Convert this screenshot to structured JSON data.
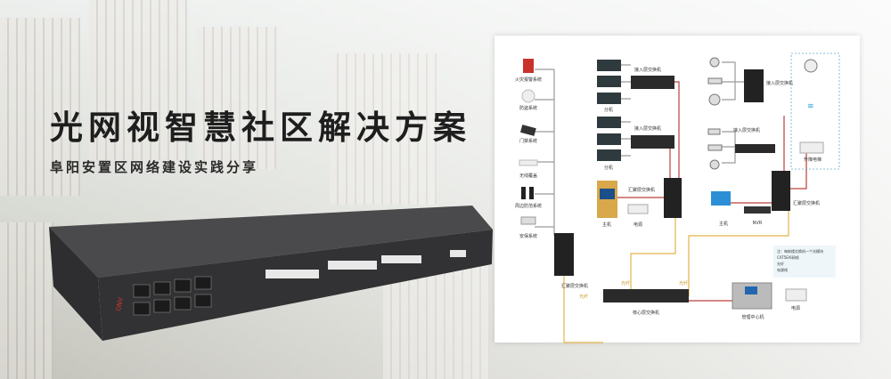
{
  "banner": {
    "title": "光网视智慧社区解决方案",
    "subtitle": "阜阳安置区网络建设实践分享",
    "brand": "ONV"
  },
  "diagram": {
    "left_systems": [
      "火灾报警系统",
      "防盗系统",
      "门禁系统",
      "无线覆盖",
      "周边防范系统",
      "安保系统"
    ],
    "extension": "分机",
    "access_switch": "接入层交换机",
    "aggregation_switch": "汇聚层交换机",
    "host": "主机",
    "power": "电源",
    "core_switch": "核心层交换机",
    "management_center": "管理中心机",
    "nvr": "NVR",
    "elevator": "升降电梯",
    "fiber": "光纤",
    "legend": [
      "注：每栋楼交换机一个光模块",
      "CAT5E/6网线",
      "光纤",
      "电源线"
    ]
  },
  "colors": {
    "fiber": "#e2b54a",
    "cable": "#b9413b",
    "lan": "#3aa7c9",
    "switch": "#3a3a3c"
  }
}
